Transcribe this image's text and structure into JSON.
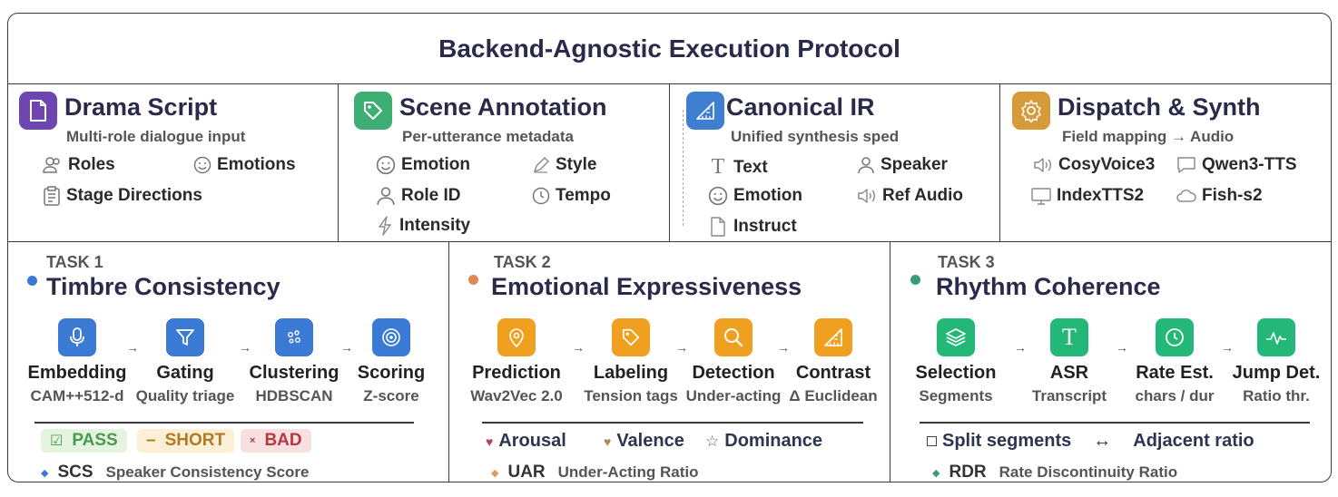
{
  "title": "Backend-Agnostic Execution Protocol",
  "colors": {
    "drama": "#6e46b2",
    "scene": "#3fae74",
    "ir": "#3e7fd0",
    "dispatch": "#d79a38",
    "task1": "#3a7ad5",
    "task2": "#f0a020",
    "task3": "#23b878"
  },
  "panels": {
    "drama": {
      "icon": "document-icon",
      "title": "Drama Script",
      "subtitle": "Multi-role dialogue input",
      "features": [
        {
          "icon": "users-icon",
          "label": "Roles"
        },
        {
          "icon": "smile-icon",
          "label": "Emotions"
        },
        {
          "icon": "clipboard-icon",
          "label": "Stage Directions"
        }
      ]
    },
    "scene": {
      "icon": "tag-icon",
      "title": "Scene Annotation",
      "subtitle": "Per-utterance metadata",
      "features": [
        {
          "icon": "smile-icon",
          "label": "Emotion"
        },
        {
          "icon": "pen-icon",
          "label": "Style"
        },
        {
          "icon": "user-icon",
          "label": "Role ID"
        },
        {
          "icon": "clock-icon",
          "label": "Tempo"
        },
        {
          "icon": "bolt-icon",
          "label": "Intensity"
        }
      ]
    },
    "ir": {
      "icon": "ruler-icon",
      "title": "Canonical IR",
      "subtitle": "Unified synthesis sped",
      "features": [
        {
          "icon": "text-icon",
          "label": "Text"
        },
        {
          "icon": "user-icon",
          "label": "Speaker"
        },
        {
          "icon": "smile-icon",
          "label": "Emotion"
        },
        {
          "icon": "speaker-icon",
          "label": "Ref Audio"
        },
        {
          "icon": "file-icon",
          "label": "Instruct"
        }
      ]
    },
    "dispatch": {
      "icon": "gear-icon",
      "title": "Dispatch & Synth",
      "subtitle": "Field mapping → Audio",
      "features": [
        {
          "icon": "speaker-icon",
          "label": "CosyVoice3"
        },
        {
          "icon": "chat-icon",
          "label": "Qwen3-TTS"
        },
        {
          "icon": "monitor-icon",
          "label": "IndexTTS2"
        },
        {
          "icon": "cloud-icon",
          "label": "Fish-s2"
        }
      ]
    }
  },
  "tasks": [
    {
      "tag": "TASK 1",
      "title": "Timbre Consistency",
      "steps": [
        {
          "icon": "microphone-icon",
          "name": "Embedding",
          "desc": "CAM++512-d"
        },
        {
          "icon": "filter-icon",
          "name": "Gating",
          "desc": "Quality triage"
        },
        {
          "icon": "cluster-icon",
          "name": "Clustering",
          "desc": "HDBSCAN"
        },
        {
          "icon": "target-icon",
          "name": "Scoring",
          "desc": "Z-score"
        }
      ],
      "badges": [
        {
          "symbol": "☑",
          "label": "PASS"
        },
        {
          "symbol": "–",
          "label": "SHORT"
        },
        {
          "symbol": "×",
          "label": "BAD"
        }
      ],
      "metric": {
        "bullet": "◆",
        "abbr": "SCS",
        "full": "Speaker Consistency Score"
      }
    },
    {
      "tag": "TASK 2",
      "title": "Emotional Expressiveness",
      "steps": [
        {
          "icon": "pin-icon",
          "name": "Prediction",
          "desc": "Wav2Vec 2.0"
        },
        {
          "icon": "tag-icon",
          "name": "Labeling",
          "desc": "Tension tags"
        },
        {
          "icon": "search-icon",
          "name": "Detection",
          "desc": "Under-acting"
        },
        {
          "icon": "ruler-icon",
          "name": "Contrast",
          "desc": "Δ Euclidean"
        }
      ],
      "dims": [
        {
          "symbol": "♥",
          "label": "Arousal"
        },
        {
          "symbol": "♥",
          "label": "Valence"
        },
        {
          "symbol": "☆",
          "label": "Dominance"
        }
      ],
      "metric": {
        "bullet": "◆",
        "abbr": "UAR",
        "full": "Under-Acting Ratio"
      }
    },
    {
      "tag": "TASK 3",
      "title": "Rhythm Coherence",
      "steps": [
        {
          "icon": "layers-icon",
          "name": "Selection",
          "desc": "Segments"
        },
        {
          "icon": "text-icon",
          "name": "ASR",
          "desc": "Transcript"
        },
        {
          "icon": "clock-icon",
          "name": "Rate Est.",
          "desc": "chars / dur"
        },
        {
          "icon": "pulse-icon",
          "name": "Jump Det.",
          "desc": "Ratio thr."
        }
      ],
      "flow": {
        "left": "Split segments",
        "arrow": "↔",
        "right": "Adjacent ratio"
      },
      "metric": {
        "bullet": "◆",
        "abbr": "RDR",
        "full": "Rate Discontinuity Ratio"
      }
    }
  ],
  "arrow_symbol": "→"
}
